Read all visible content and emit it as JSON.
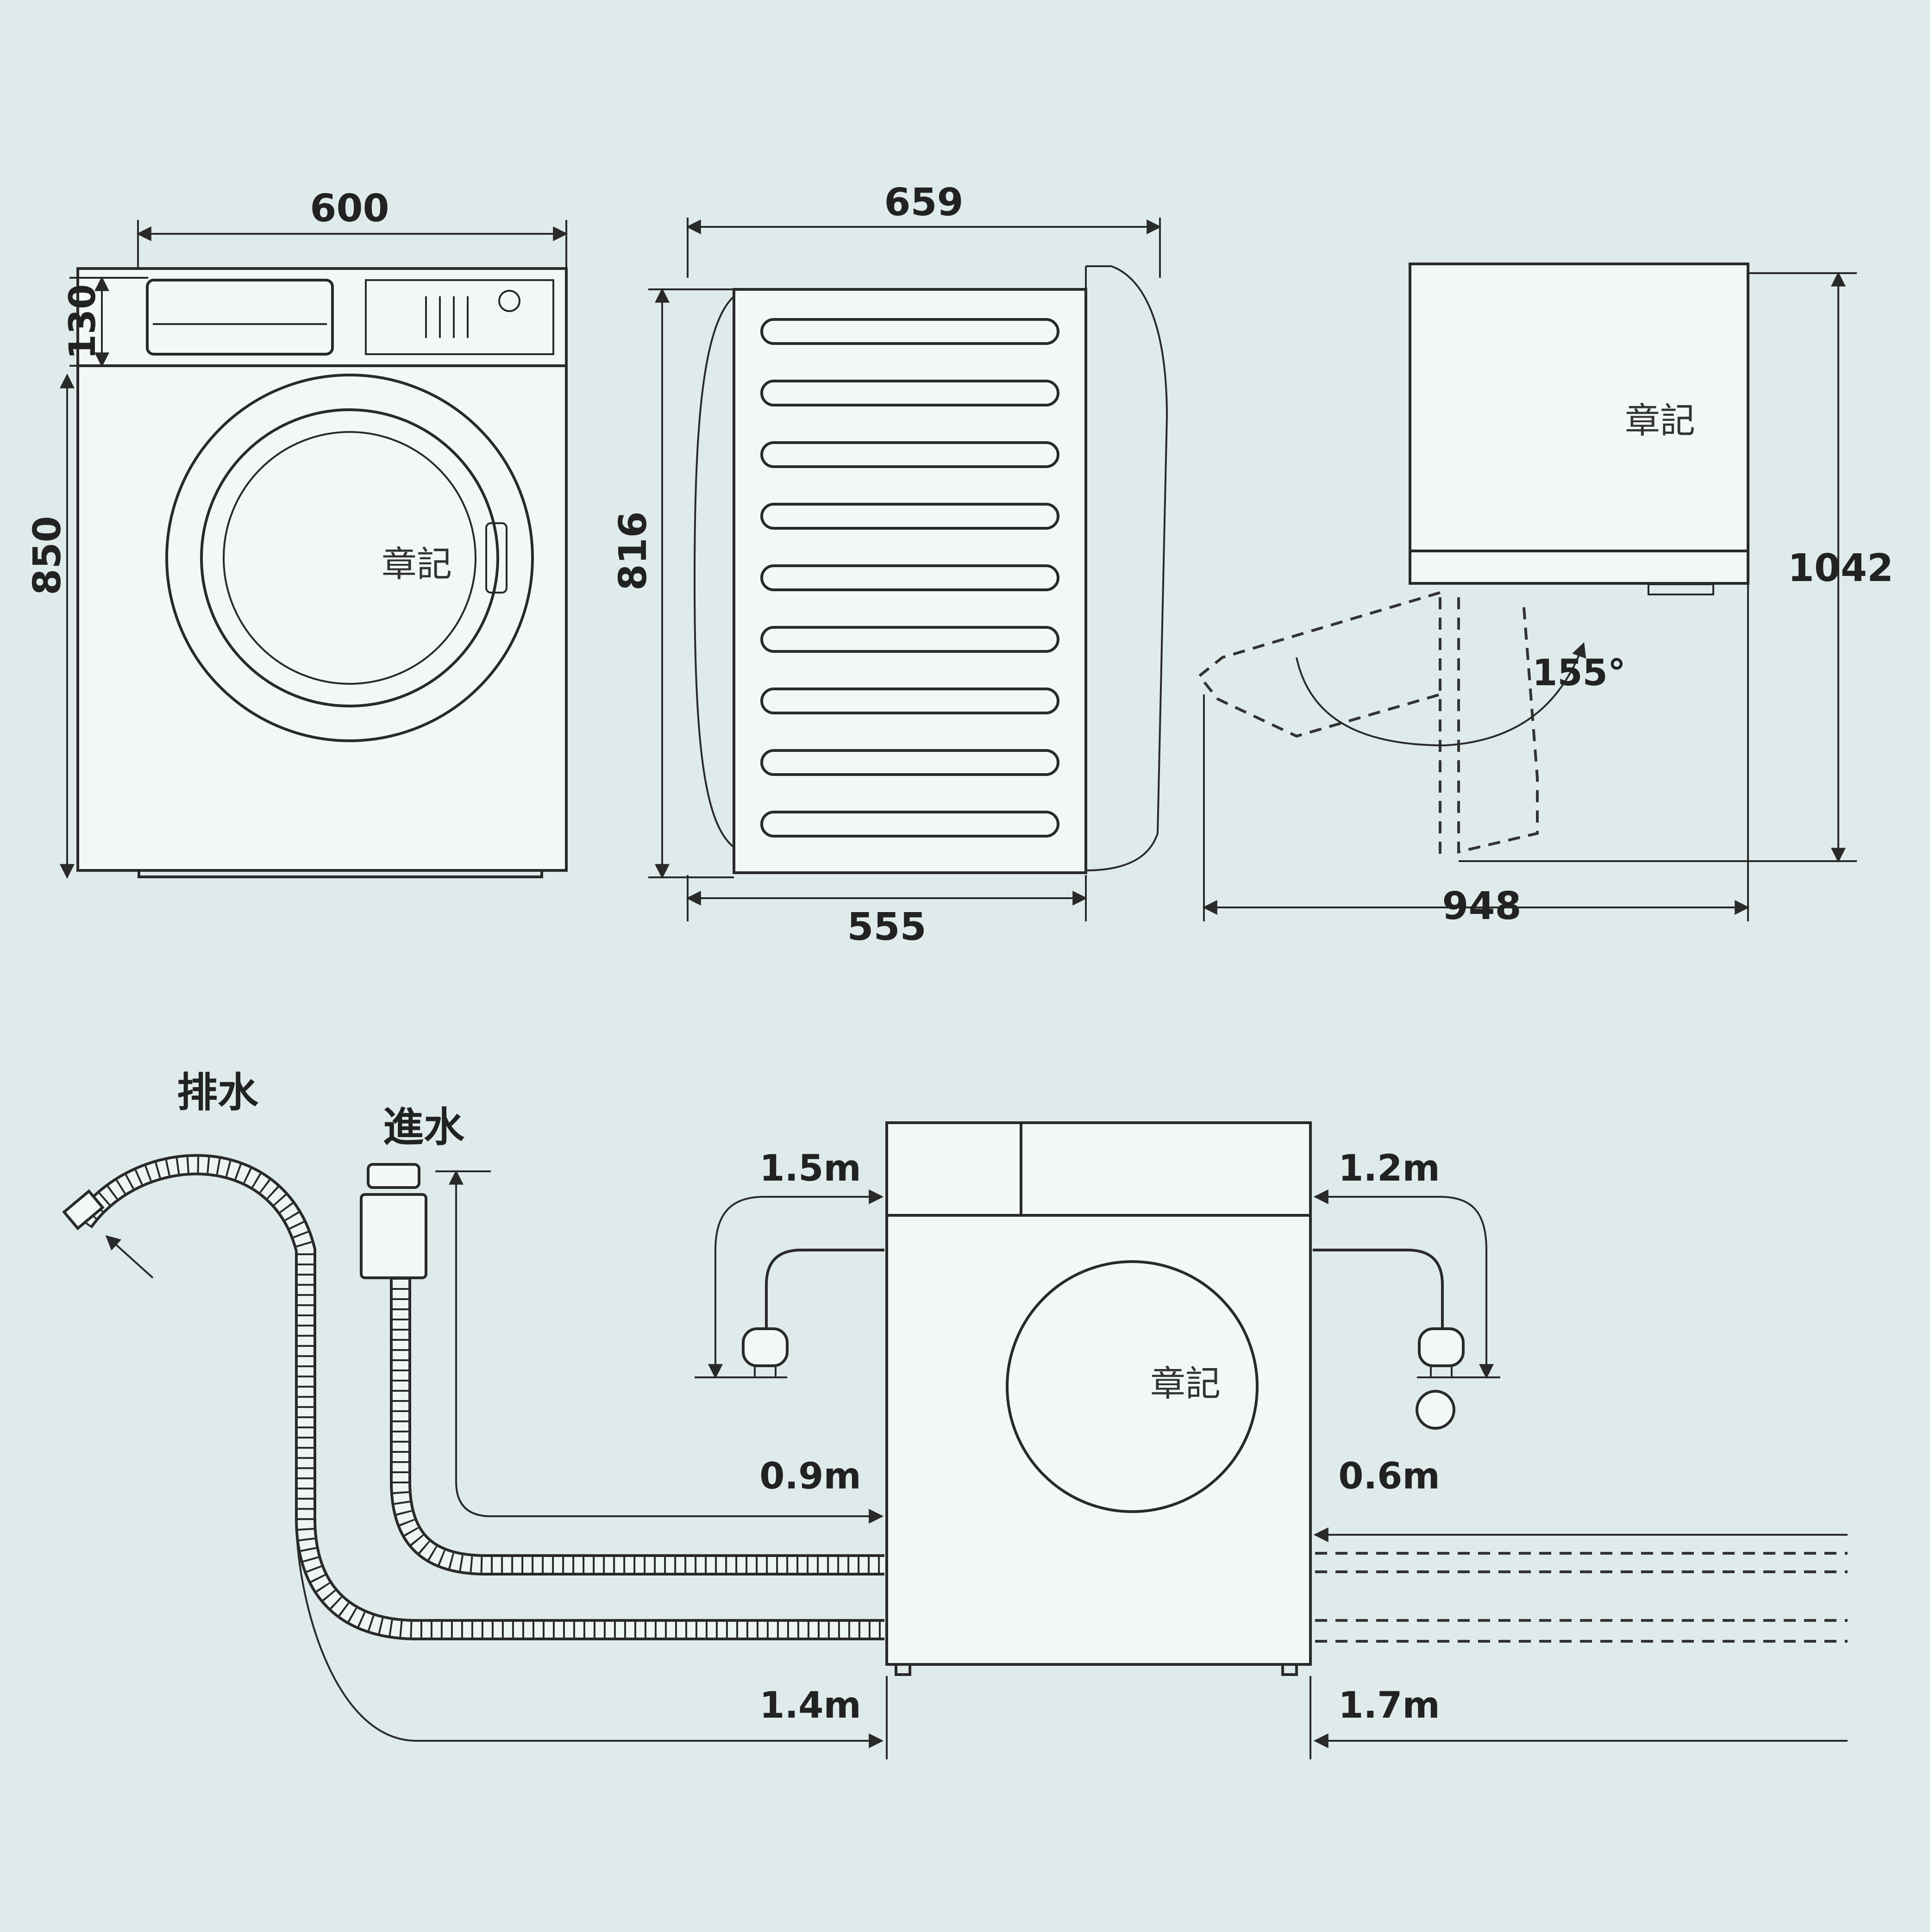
{
  "front_view": {
    "width_label": "600",
    "panel_height_label": "130",
    "height_label": "850",
    "watermark": "章記"
  },
  "side_view": {
    "depth_total_label": "659",
    "height_label": "816",
    "depth_body_label": "555"
  },
  "door_view": {
    "watermark": "章記",
    "height_label": "1042",
    "angle_label": "155°",
    "depth_label": "948"
  },
  "connections": {
    "drain_label": "排水",
    "inlet_label": "進水",
    "power_left_length": "1.5m",
    "power_right_length": "1.2m",
    "inlet_left_length": "0.9m",
    "inlet_right_length": "0.6m",
    "drain_left_length": "1.4m",
    "drain_right_length": "1.7m",
    "watermark": "章記"
  }
}
